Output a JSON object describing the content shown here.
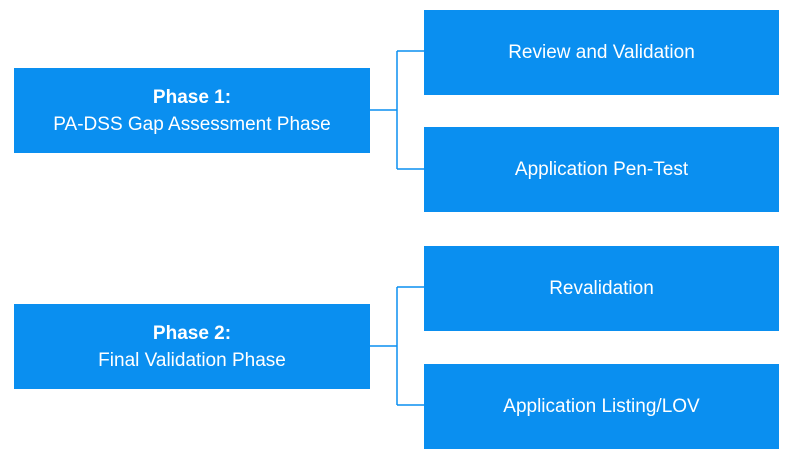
{
  "colors": {
    "box_fill": "#0a8ff0",
    "box_text": "#ffffff",
    "connector": "#0a8ff0",
    "background": "#ffffff"
  },
  "phases": [
    {
      "title": "Phase 1:",
      "subtitle": "PA-DSS Gap Assessment Phase",
      "steps": [
        "Review and Validation",
        "Application Pen-Test"
      ]
    },
    {
      "title": "Phase 2:",
      "subtitle": "Final Validation Phase",
      "steps": [
        "Revalidation",
        "Application Listing/LOV"
      ]
    }
  ]
}
